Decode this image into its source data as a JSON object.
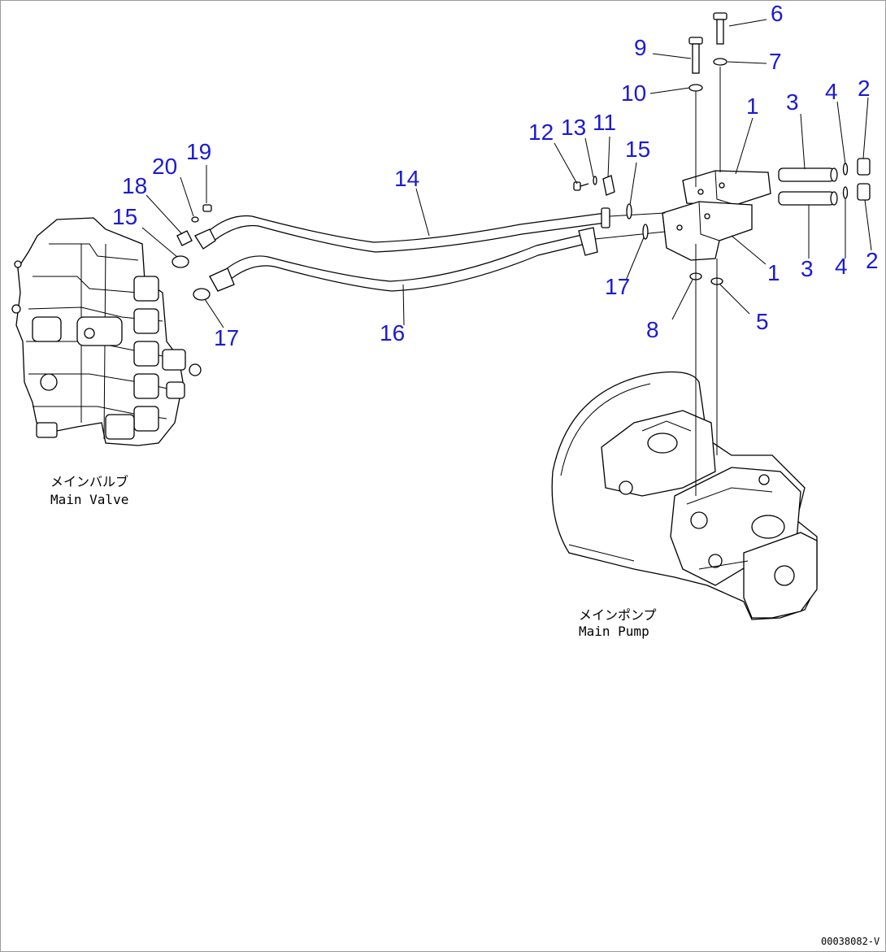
{
  "diagram": {
    "callouts": {
      "c1a": "1",
      "c1b": "1",
      "c2a": "2",
      "c2b": "2",
      "c3a": "3",
      "c3b": "3",
      "c4a": "4",
      "c4b": "4",
      "c5": "5",
      "c6": "6",
      "c7": "7",
      "c8": "8",
      "c9": "9",
      "c10": "10",
      "c11": "11",
      "c12": "12",
      "c13": "13",
      "c14": "14",
      "c15a": "15",
      "c15b": "15",
      "c16": "16",
      "c17a": "17",
      "c17b": "17",
      "c18": "18",
      "c19": "19",
      "c20": "20"
    },
    "captions": {
      "valve_jp": "メインバルブ",
      "valve_en": "Main Valve",
      "pump_jp": "メインポンプ",
      "pump_en": "Main Pump"
    },
    "drawing_code": "00038082-V"
  }
}
